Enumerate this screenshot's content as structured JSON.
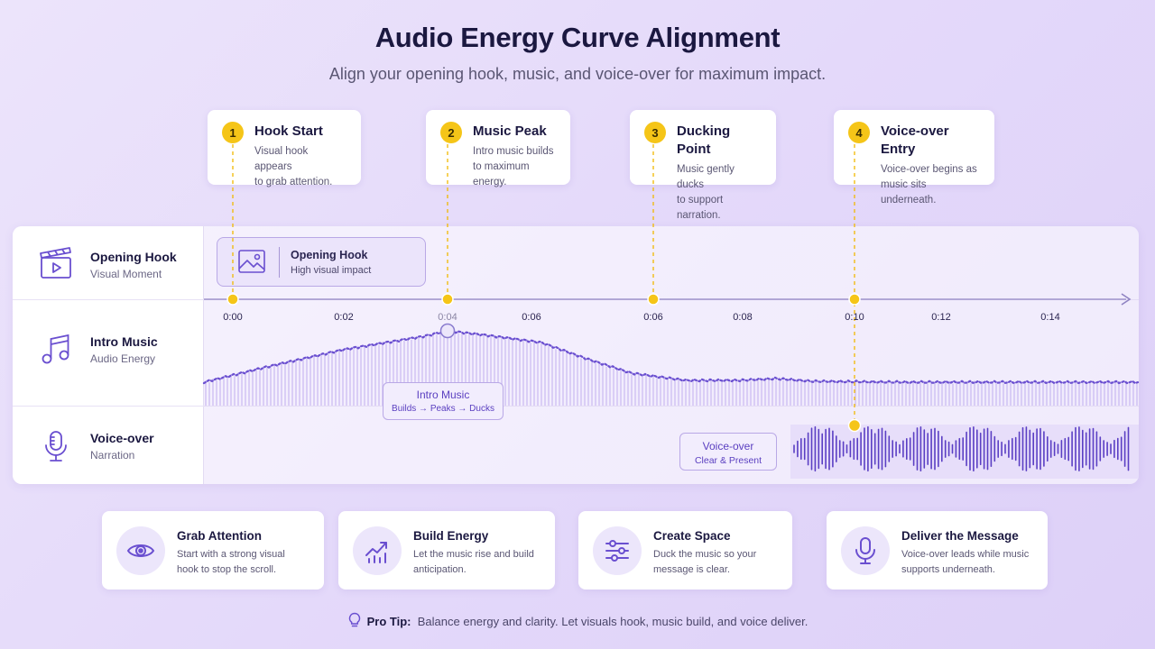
{
  "header": {
    "title": "Audio Energy Curve Alignment",
    "subtitle": "Align your opening hook, music, and voice-over for maximum impact."
  },
  "steps": [
    {
      "num": "1",
      "title": "Hook Start",
      "desc": "Visual hook appears\nto grab attention."
    },
    {
      "num": "2",
      "title": "Music Peak",
      "desc": "Intro music builds\nto maximum energy."
    },
    {
      "num": "3",
      "title": "Ducking Point",
      "desc": "Music gently ducks\nto support narration."
    },
    {
      "num": "4",
      "title": "Voice-over Entry",
      "desc": "Voice-over begins as\nmusic sits underneath."
    }
  ],
  "tracks": [
    {
      "title": "Opening Hook",
      "subtitle": "Visual Moment",
      "icon": "clapperboard-icon"
    },
    {
      "title": "Intro Music",
      "subtitle": "Audio Energy",
      "icon": "music-note-icon"
    },
    {
      "title": "Voice-over",
      "subtitle": "Narration",
      "icon": "microphone-icon"
    }
  ],
  "hook_clip": {
    "title": "Opening Hook",
    "subtitle": "High visual impact",
    "icon": "image-icon"
  },
  "timeline": {
    "ticks": [
      "0:00",
      "0:02",
      "0:04",
      "0:06",
      "0:06",
      "0:08",
      "0:10",
      "0:12",
      "0:14"
    ],
    "markers": [
      "0:00",
      "0:04",
      "0:06",
      "0:10"
    ]
  },
  "music_label": {
    "title": "Intro Music",
    "subtitle": "Builds → Peaks → Ducks"
  },
  "voice_label": {
    "title": "Voice-over",
    "subtitle": "Clear & Present"
  },
  "cards": [
    {
      "title": "Grab Attention",
      "desc": "Start with a strong visual\nhook to stop the scroll.",
      "icon": "eye-icon"
    },
    {
      "title": "Build Energy",
      "desc": "Let the music rise and build\nanticipation.",
      "icon": "trending-up-icon"
    },
    {
      "title": "Create Space",
      "desc": "Duck the music so your\nmessage is clear.",
      "icon": "sliders-icon"
    },
    {
      "title": "Deliver the Message",
      "desc": "Voice-over leads while music\nsupports underneath.",
      "icon": "microphone-icon"
    }
  ],
  "tip": {
    "label": "Pro Tip:",
    "text": "Balance energy and clarity. Let visuals hook, music build, and voice deliver.",
    "icon": "lightbulb-icon"
  },
  "colors": {
    "accent": "#6a4fd0",
    "marker": "#f5c518",
    "background": "#e6dcfa"
  }
}
